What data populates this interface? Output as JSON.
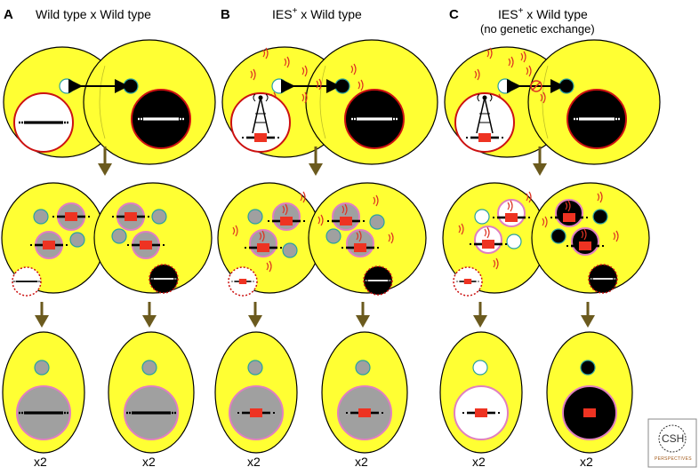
{
  "panels": [
    {
      "letter": "A",
      "title": "Wild type  x  Wild type",
      "subtitle": "",
      "x2": [
        "x2",
        "x2"
      ]
    },
    {
      "letter": "B",
      "title": "IES+  x  Wild type",
      "subtitle": "",
      "x2": [
        "x2",
        "x2"
      ]
    },
    {
      "letter": "C",
      "title": "IES+  x  Wild type",
      "subtitle": "(no genetic exchange)",
      "x2": [
        "x2",
        "x2"
      ]
    }
  ],
  "logo": {
    "main": "CSH",
    "sub": "PERSPECTIVES"
  },
  "colors": {
    "cell_yellow": "#ffff33",
    "grey_nucleus": "#a0a0a0",
    "pink_border": "#e07fc0",
    "red_border": "#cc1111",
    "ies_red": "#ee3322",
    "arrow_olive": "#6b5a1e",
    "teal_border": "#2aa0a0",
    "wave_red": "#dd3322"
  }
}
